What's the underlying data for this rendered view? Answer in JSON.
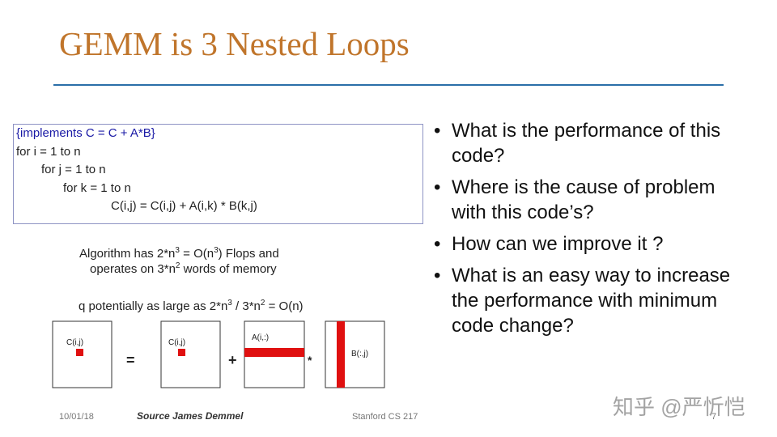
{
  "slide": {
    "title": "GEMM is 3 Nested Loops",
    "code": {
      "comment": "{implements C = C + A*B}",
      "line1": "for i = 1 to n",
      "line2": "for j = 1 to n",
      "line3": "for k = 1 to n",
      "line4": "C(i,j) = C(i,j) + A(i,k) * B(k,j)"
    },
    "algorithm": {
      "line1_pre": "Algorithm has 2*n",
      "line1_sup1": "3",
      "line1_mid": " = O(n",
      "line1_sup2": "3",
      "line1_post": ") Flops and",
      "line2_pre": "operates on 3*n",
      "line2_sup": "2",
      "line2_post": " words of memory",
      "line3_pre": "q potentially as large as 2*n",
      "line3_sup1": "3",
      "line3_mid": " / 3*n",
      "line3_sup2": "2",
      "line3_post": " = O(n)"
    },
    "diagram": {
      "c_label_1": "C(i,j)",
      "c_label_2": "C(i,j)",
      "a_label": "A(i,:)",
      "b_label": "B(:,j)",
      "equals": "=",
      "plus": "+",
      "times": "*",
      "accent_color": "#e01010"
    },
    "bullets": [
      "What is the performance of this code?",
      "Where is the cause of problem with this code’s?",
      "How can we improve it ?",
      "What is an easy way to increase the performance with minimum code change?"
    ],
    "footer": {
      "date": "10/01/18",
      "source": "Source James Demmel",
      "course": "Stanford CS 217",
      "page": "7"
    },
    "watermark": "知乎 @严忻恺",
    "colors": {
      "title": "#c0752b",
      "rule": "#2a6fa8",
      "code": "#1a1aa6"
    }
  }
}
